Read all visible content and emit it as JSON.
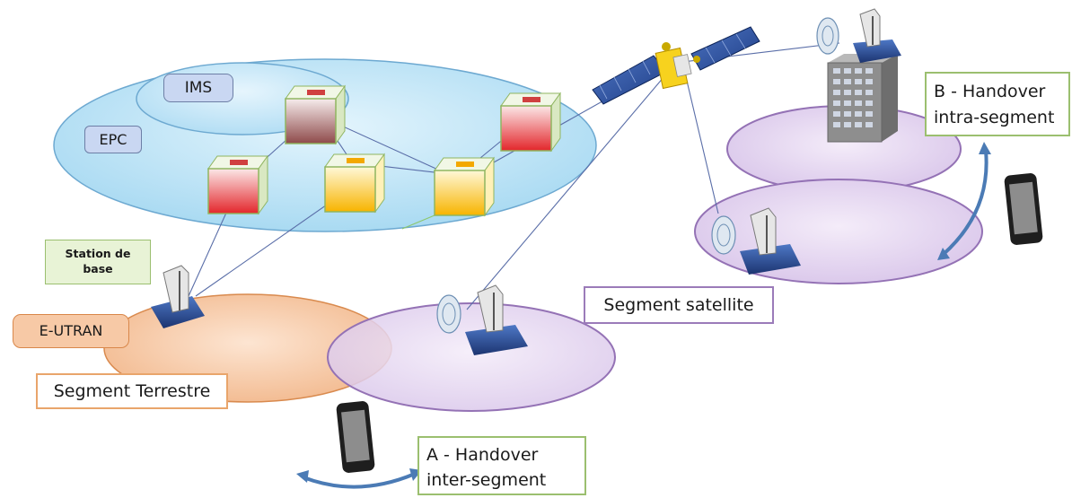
{
  "colors": {
    "epc_ellipse": "#bfe6f7",
    "ims_ellipse": "#c6e6f7",
    "terrestrial_cell": "#f6c9a5",
    "satellite_cell": "#e7d8f1",
    "handover_arrow": "#4b7bb5",
    "link_line": "#5a6ea8"
  },
  "labels": {
    "ims": "IMS",
    "epc": "EPC",
    "station_line1": "Station de",
    "station_line2": "base",
    "eutran": "E-UTRAN",
    "segment_terrestre": "Segment Terrestre",
    "segment_satellite": "Segment satellite",
    "handover_a_line1": "A - Handover",
    "handover_a_line2": "inter-segment",
    "handover_b_line1": "B - Handover",
    "handover_b_line2": "intra-segment"
  },
  "icons": [
    "core-node-icon",
    "satellite-icon",
    "base-station-icon",
    "satellite-dish-icon",
    "building-icon",
    "mobile-phone-icon"
  ]
}
